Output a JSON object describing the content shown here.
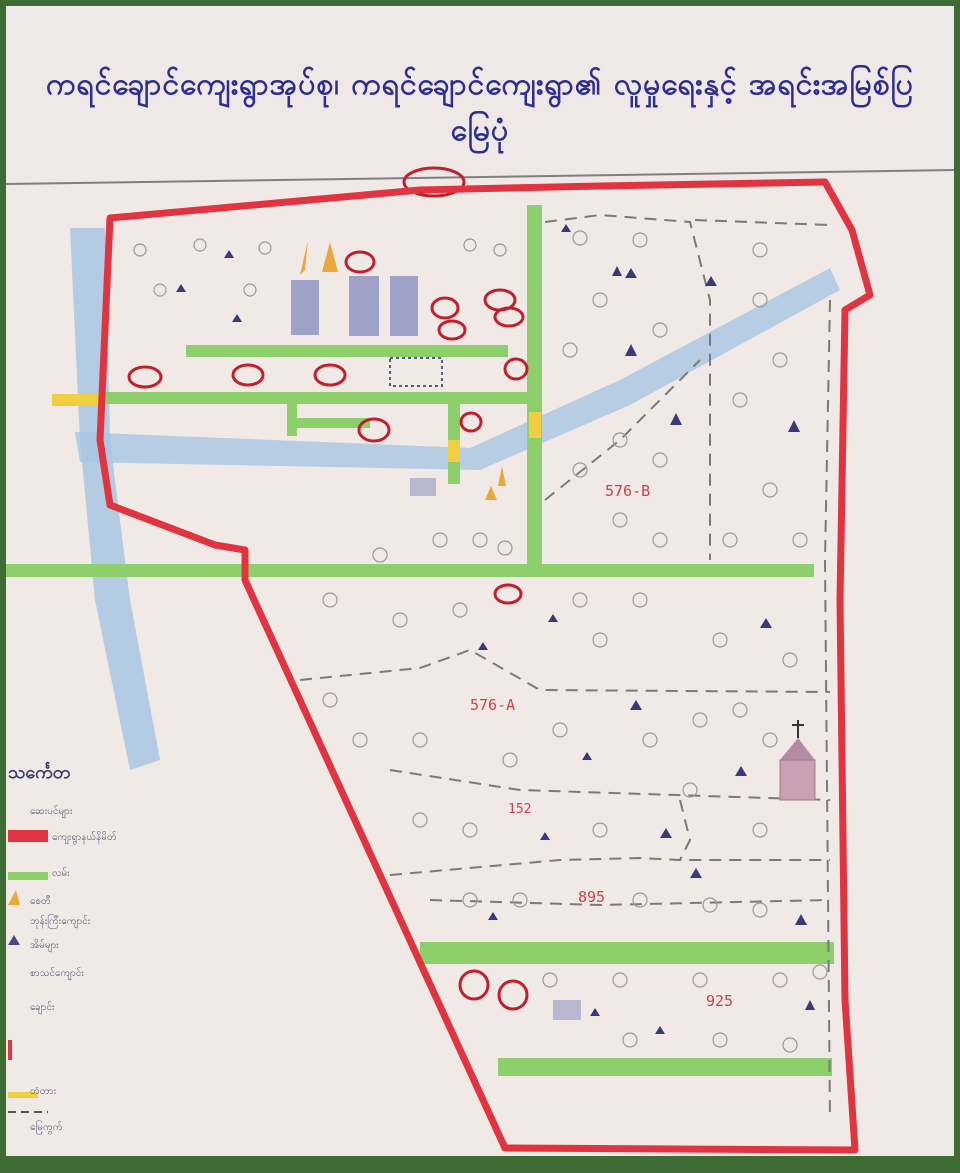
{
  "title": "ကရင်ချောင်ကျေးရွာအုပ်စု၊ ကရင်ချောင်ကျေးရွာ၏ လူမှုရေးနှင့် အရင်းအမြစ်ပြမြေပုံ",
  "plots": [
    {
      "id": "576-B"
    },
    {
      "id": "576-A"
    },
    {
      "id": "152"
    },
    {
      "id": "895"
    },
    {
      "id": "925"
    }
  ],
  "legend": {
    "title": "သင်္ကေတ",
    "items": [
      {
        "label": "ဆေးပင်များ",
        "color": "#d9d5d5"
      },
      {
        "label": "ကျေးရွာနယ်နိမိတ်",
        "color": "#e03440"
      },
      {
        "label": "လမ်း",
        "color": "#8ccf6b"
      },
      {
        "label": "စေတီ",
        "color": "#e8a93a"
      },
      {
        "label": "ဘုန်းကြီးကျောင်း",
        "color": "#6d6db8"
      },
      {
        "label": "အိမ်များ",
        "color": "#4a4a8a"
      },
      {
        "label": "စာသင်ကျောင်း",
        "color": "#9ea2c8"
      },
      {
        "label": "ချောင်း",
        "color": "#a8c6e2"
      },
      {
        "label": "တံတား",
        "color": "#f0d040"
      },
      {
        "label": "မြေကွက်",
        "color": "#777777"
      }
    ]
  },
  "colors": {
    "paper": "#f1e9e6",
    "boundary": "#e03440",
    "road": "#8ccf6b",
    "stream": "#a8c6e2",
    "title_ink": "#2c2f8f",
    "plot_label": "#d0404a"
  }
}
